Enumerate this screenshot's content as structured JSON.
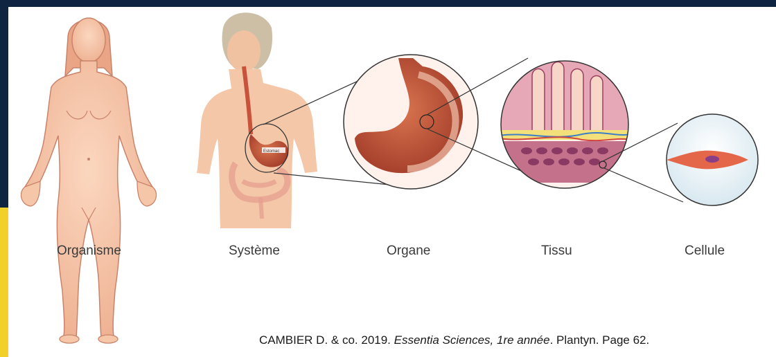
{
  "labels": {
    "organism": "Organisme",
    "system": "Système",
    "organ": "Organe",
    "tissue": "Tissu",
    "cell": "Cellule"
  },
  "stomach_tag": "Estomac",
  "citation": {
    "authors": "CAMBIER D. & co. 2019. ",
    "title": "Essentia Sciences, 1re année",
    "publisher": ". Plantyn. Page 62."
  },
  "colors": {
    "navy": "#0f2440",
    "yellow": "#f2d02a",
    "skin": "#f5c6a8",
    "skin_line": "#c9836a",
    "stomach": "#c8523a"
  }
}
